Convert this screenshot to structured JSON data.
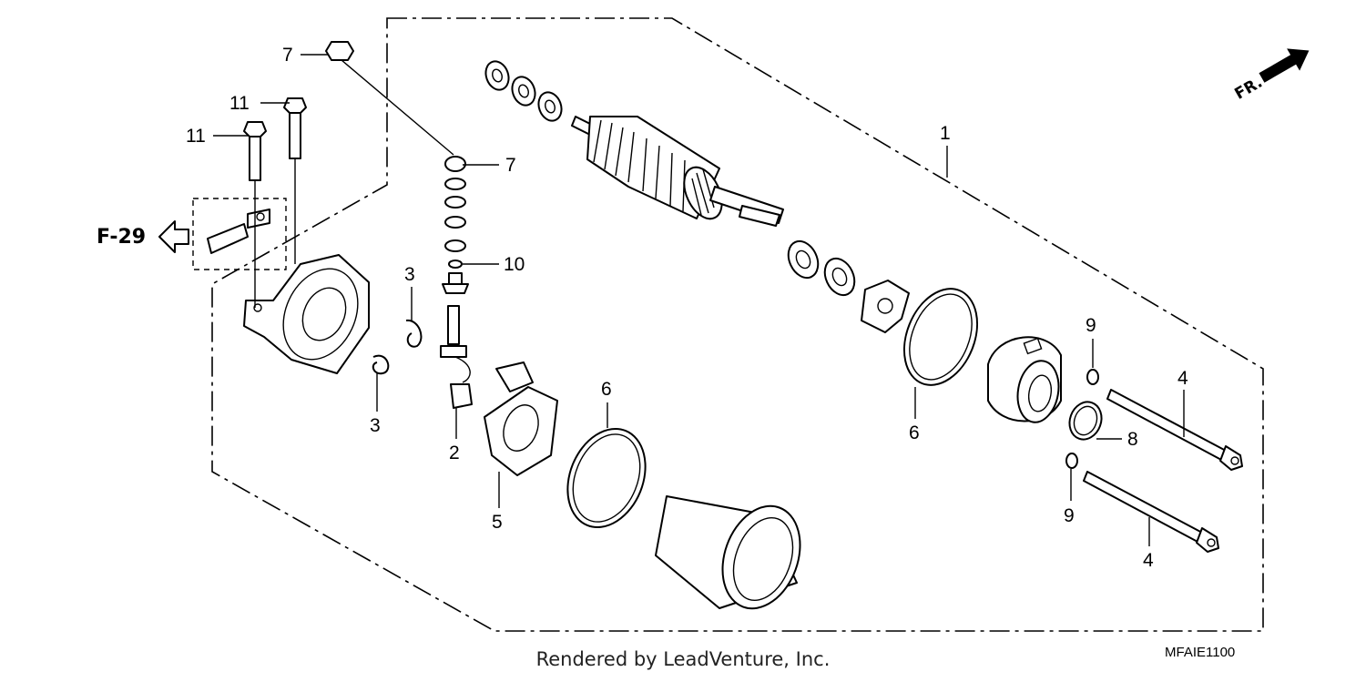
{
  "callouts": {
    "c1": "1",
    "c2": "2",
    "c3a": "3",
    "c3b": "3",
    "c4a": "4",
    "c4b": "4",
    "c5": "5",
    "c6a": "6",
    "c6b": "6",
    "c7a": "7",
    "c7b": "7",
    "c8": "8",
    "c9a": "9",
    "c9b": "9",
    "c10": "10",
    "c11a": "11",
    "c11b": "11"
  },
  "reference": "F-29",
  "direction": "FR.",
  "diagram_code": "MFAIE1100",
  "credit": "Rendered by LeadVenture, Inc."
}
